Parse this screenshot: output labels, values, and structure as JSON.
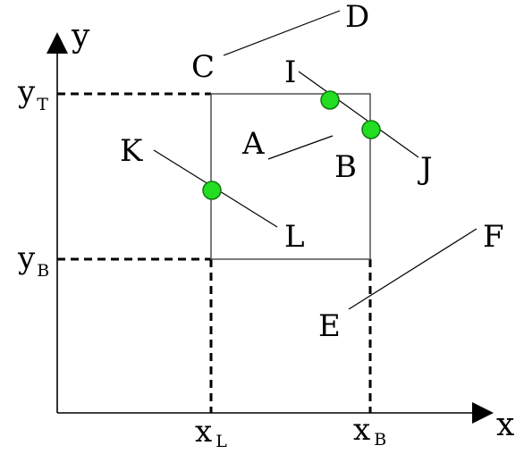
{
  "axes": {
    "x_label": "x",
    "y_label": "y"
  },
  "ticks": {
    "x_left": {
      "main": "x",
      "sub": "L"
    },
    "x_right": {
      "main": "x",
      "sub": "B"
    },
    "y_top": {
      "main": "y",
      "sub": "T"
    },
    "y_bottom": {
      "main": "y",
      "sub": "B"
    }
  },
  "labels": {
    "A": "A",
    "B": "B",
    "C": "C",
    "D": "D",
    "E": "E",
    "F": "F",
    "I": "I",
    "J": "J",
    "K": "K",
    "L": "L"
  },
  "colors": {
    "line": "#000000",
    "box": "#444444",
    "point_fill": "#22dd22",
    "point_stroke": "#117711"
  }
}
